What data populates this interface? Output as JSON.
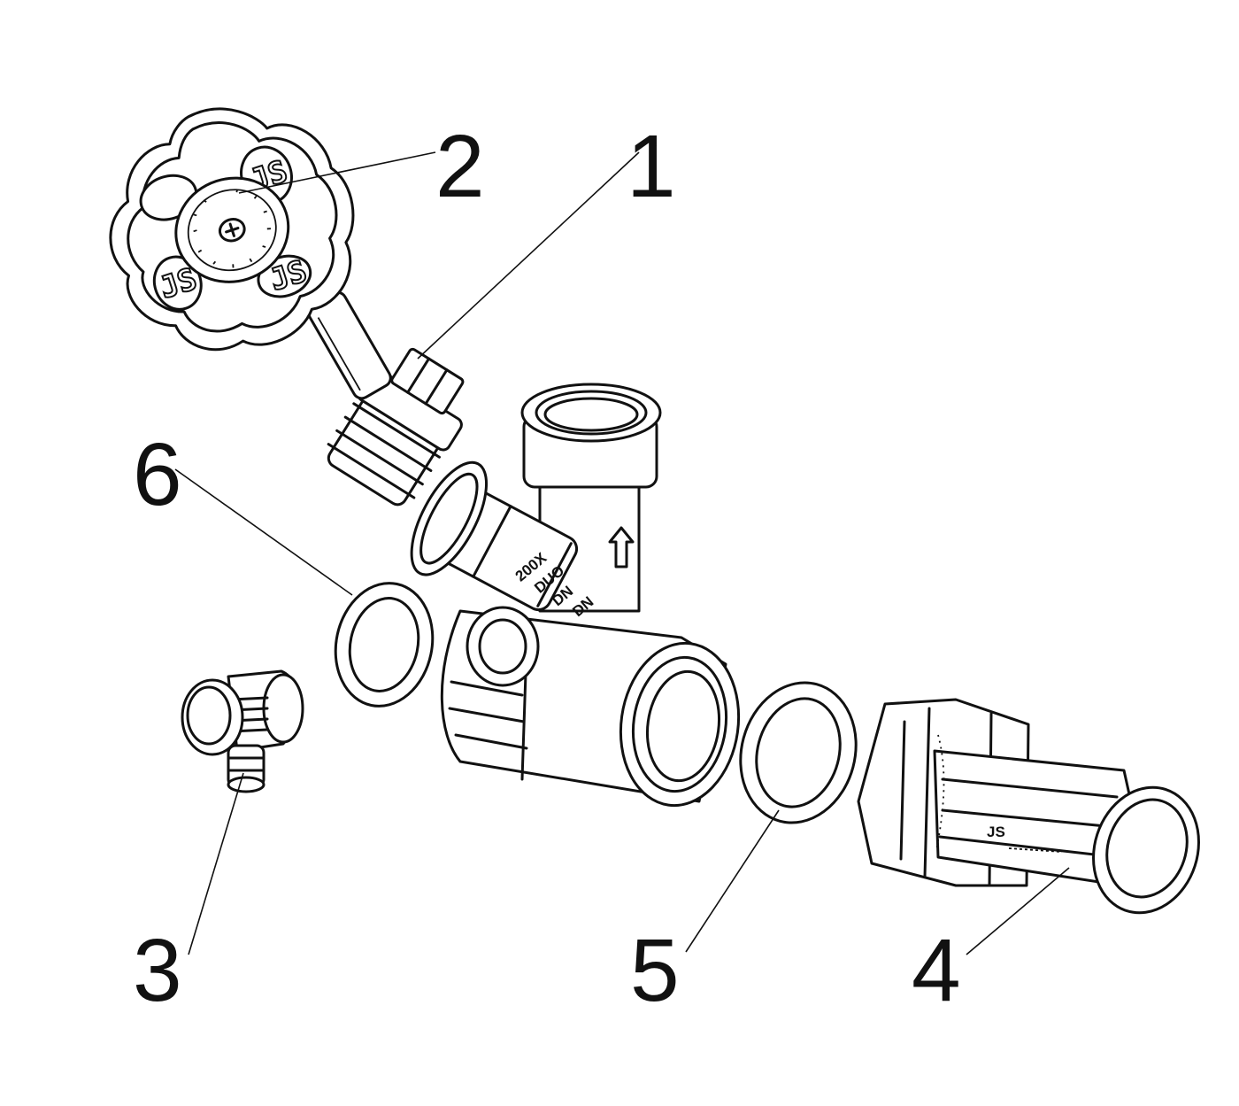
{
  "callouts": [
    {
      "id": "1",
      "label": "1"
    },
    {
      "id": "2",
      "label": "2"
    },
    {
      "id": "3",
      "label": "3"
    },
    {
      "id": "4",
      "label": "4"
    },
    {
      "id": "5",
      "label": "5"
    },
    {
      "id": "6",
      "label": "6"
    }
  ],
  "body_embossing": [
    "200X",
    "DUO",
    "DN",
    "DN"
  ],
  "handwheel_logo": "JS",
  "icons": [
    "flow-arrow-icon",
    "brand-logo-icon"
  ]
}
